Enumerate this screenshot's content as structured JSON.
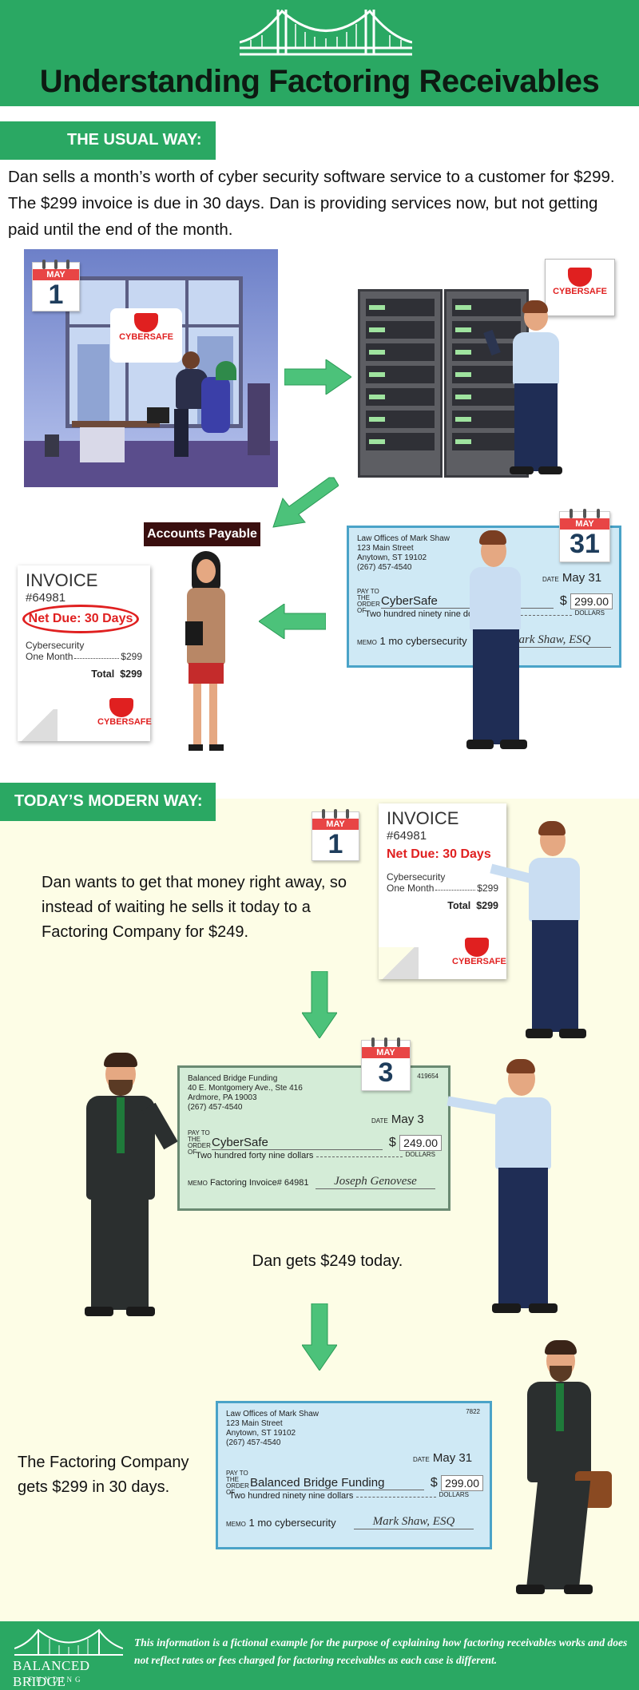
{
  "header": {
    "title": "Understanding Factoring Receivables"
  },
  "usual": {
    "tab": "THE USUAL WAY:",
    "intro": "Dan sells a month’s worth of cyber security software service to a customer for $299. The $299 invoice is due in 30 days. Dan is providing services now, but not getting paid until the end of the month.",
    "cal1": {
      "month": "MAY",
      "day": "1"
    },
    "cybersafe": "CYBERSAFE",
    "accounts_payable": "Accounts Payable",
    "invoice": {
      "title": "INVOICE",
      "number": "#64981",
      "due": "Net Due: 30 Days",
      "item1": "Cybersecurity",
      "item2": "One Month",
      "item_amount": "$299",
      "total_label": "Total",
      "total": "$299",
      "logo": "CYBERSAFE"
    },
    "check": {
      "line1": "Law Offices of Mark Shaw",
      "line2": "123 Main Street",
      "line3": "Anytown, ST 19102",
      "line4": "(267) 457-4540",
      "date_label": "DATE",
      "date": "May 31",
      "pay_label": "PAY TO THE ORDER OF",
      "payee": "CyberSafe",
      "currency": "$",
      "amount": "299.00",
      "words": "Two hundred ninety nine dollars",
      "dollars": "DOLLARS",
      "memo_label": "MEMO",
      "memo": "1 mo cybersecurity",
      "signature": "Mark Shaw, ESQ"
    },
    "cal31": {
      "month": "MAY",
      "day": "31"
    }
  },
  "modern": {
    "tab": "TODAY’S MODERN WAY:",
    "text1": "Dan wants to get that money right away, so instead of waiting he sells it today to a Factoring Company for $249.",
    "cal1": {
      "month": "MAY",
      "day": "1"
    },
    "invoice": {
      "title": "INVOICE",
      "number": "#64981",
      "due": "Net Due: 30 Days",
      "item1": "Cybersecurity",
      "item2": "One Month",
      "item_amount": "$299",
      "total_label": "Total",
      "total": "$299",
      "logo": "CYBERSAFE"
    },
    "cal3": {
      "month": "MAY",
      "day": "3"
    },
    "check2": {
      "number": "419654",
      "line1": "Balanced Bridge Funding",
      "line2": "40 E. Montgomery Ave., Ste 416",
      "line3": "Ardmore, PA 19003",
      "line4": "(267) 457-4540",
      "date_label": "DATE",
      "date": "May 3",
      "pay_label": "PAY TO THE ORDER OF",
      "payee": "CyberSafe",
      "currency": "$",
      "amount": "249.00",
      "words": "Two hundred forty nine dollars",
      "dollars": "DOLLARS",
      "memo_label": "MEMO",
      "memo": "Factoring Invoice# 64981",
      "signature": "Joseph Genovese"
    },
    "text2": "Dan gets $249 today.",
    "check3": {
      "number": "7822",
      "line1": "Law Offices of Mark Shaw",
      "line2": "123 Main Street",
      "line3": "Anytown, ST 19102",
      "line4": "(267) 457-4540",
      "date_label": "DATE",
      "date": "May 31",
      "pay_label": "PAY TO THE ORDER OF",
      "payee": "Balanced Bridge Funding",
      "currency": "$",
      "amount": "299.00",
      "words": "Two hundred ninety nine dollars",
      "dollars": "DOLLARS",
      "memo_label": "MEMO",
      "memo": "1 mo cybersecurity",
      "signature": "Mark Shaw, ESQ"
    },
    "text3": "The Factoring Company gets $299 in 30 days."
  },
  "footer": {
    "logo": "BALANCED BRIDGE",
    "logo_sub": "FUNDING",
    "note": "This information is a fictional example for the purpose of explaining how factoring receivables works and does not reflect rates or fees charged for factoring receivables as each case is different."
  },
  "colors": {
    "brand_green": "#2aa863",
    "alert_red": "#e02020",
    "check_blue": "#cfe9f5",
    "check_green": "#d4ecd7",
    "modern_bg": "#fdfde6"
  }
}
